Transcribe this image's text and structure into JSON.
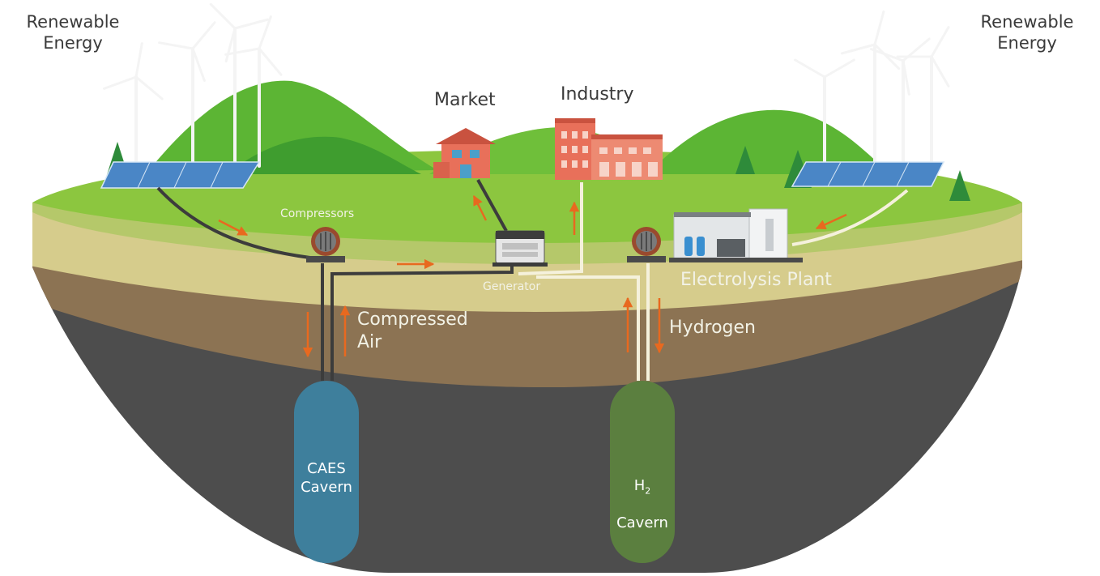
{
  "labels": {
    "renewable_left": "Renewable\nEnergy",
    "renewable_right": "Renewable\nEnergy",
    "market": "Market",
    "industry": "Industry",
    "compressors": "Compressors",
    "generator": "Generator",
    "electrolysis_plant": "Electrolysis Plant",
    "compressed_air": "Compressed\nAir",
    "hydrogen": "Hydrogen",
    "caes_cavern": "CAES\nCavern",
    "h2_symbol": "H",
    "h2_subscript": "2",
    "h2_cavern_word": "Cavern"
  },
  "colors": {
    "grass": "#8cc63f",
    "grass_light": "#a2d149",
    "hill_dark": "#3f9d2f",
    "hill_mid": "#5cb534",
    "soil_light": "#d6cc8c",
    "soil_brown": "#8c7353",
    "bedrock": "#4d4d4d",
    "caes_cavern": "#3e7f9c",
    "h2_cavern": "#5b7f3f",
    "arrow": "#e8691f",
    "pipe_dark": "#3c3c3c",
    "pipe_light": "#f5f1dc",
    "building": "#e8705a"
  }
}
